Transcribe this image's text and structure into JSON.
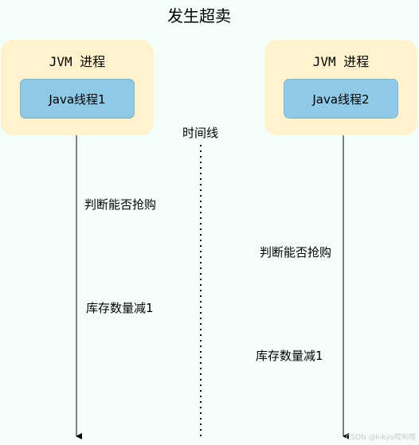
{
  "title": "发生超卖",
  "timeline_label": "时间线",
  "process_left": {
    "label": "JVM 进程",
    "thread": "Java线程1"
  },
  "process_right": {
    "label": "JVM 进程",
    "thread": "Java线程2"
  },
  "steps_left": [
    "判断能否抢购",
    "库存数量减1"
  ],
  "steps_right": [
    "判断能否抢购",
    "库存数量减1"
  ],
  "watermark": "CSDN @kikyo哎哟喂",
  "colors": {
    "background": "#f5fffa",
    "process_fill": "#fff2cc",
    "thread_fill": "#8fc9e6",
    "line": "#000000"
  }
}
